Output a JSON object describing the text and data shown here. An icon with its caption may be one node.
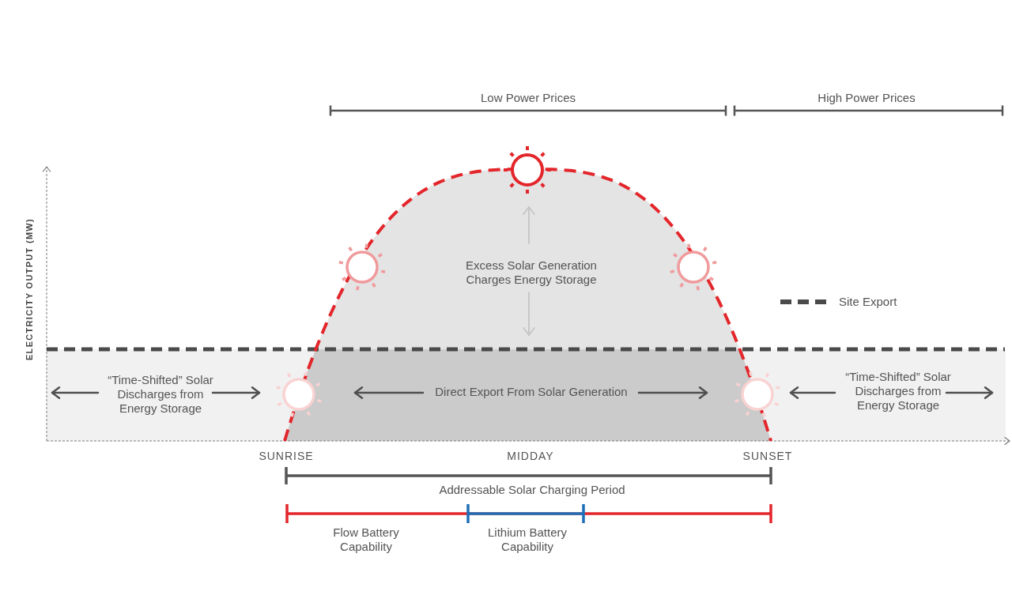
{
  "diagram": {
    "labels": [
      "Low Power Prices",
      "High Power Prices",
      "ELECTRICITY OUTPUT (MW)",
      "Excess Solar Generation Charges Energy Storage",
      "“Time-Shifted” Solar Discharges from Energy Storage",
      "Direct Export From Solar Generation",
      "“Time-Shifted” Solar Discharges from Energy Storage",
      "SUNRISE",
      "MIDDAY",
      "SUNSET",
      "Addressable Solar Charging Period",
      "Flow Battery Capability",
      "Lithium Battery Capability"
    ],
    "legend": [
      {
        "text": "Site Export"
      }
    ]
  }
}
